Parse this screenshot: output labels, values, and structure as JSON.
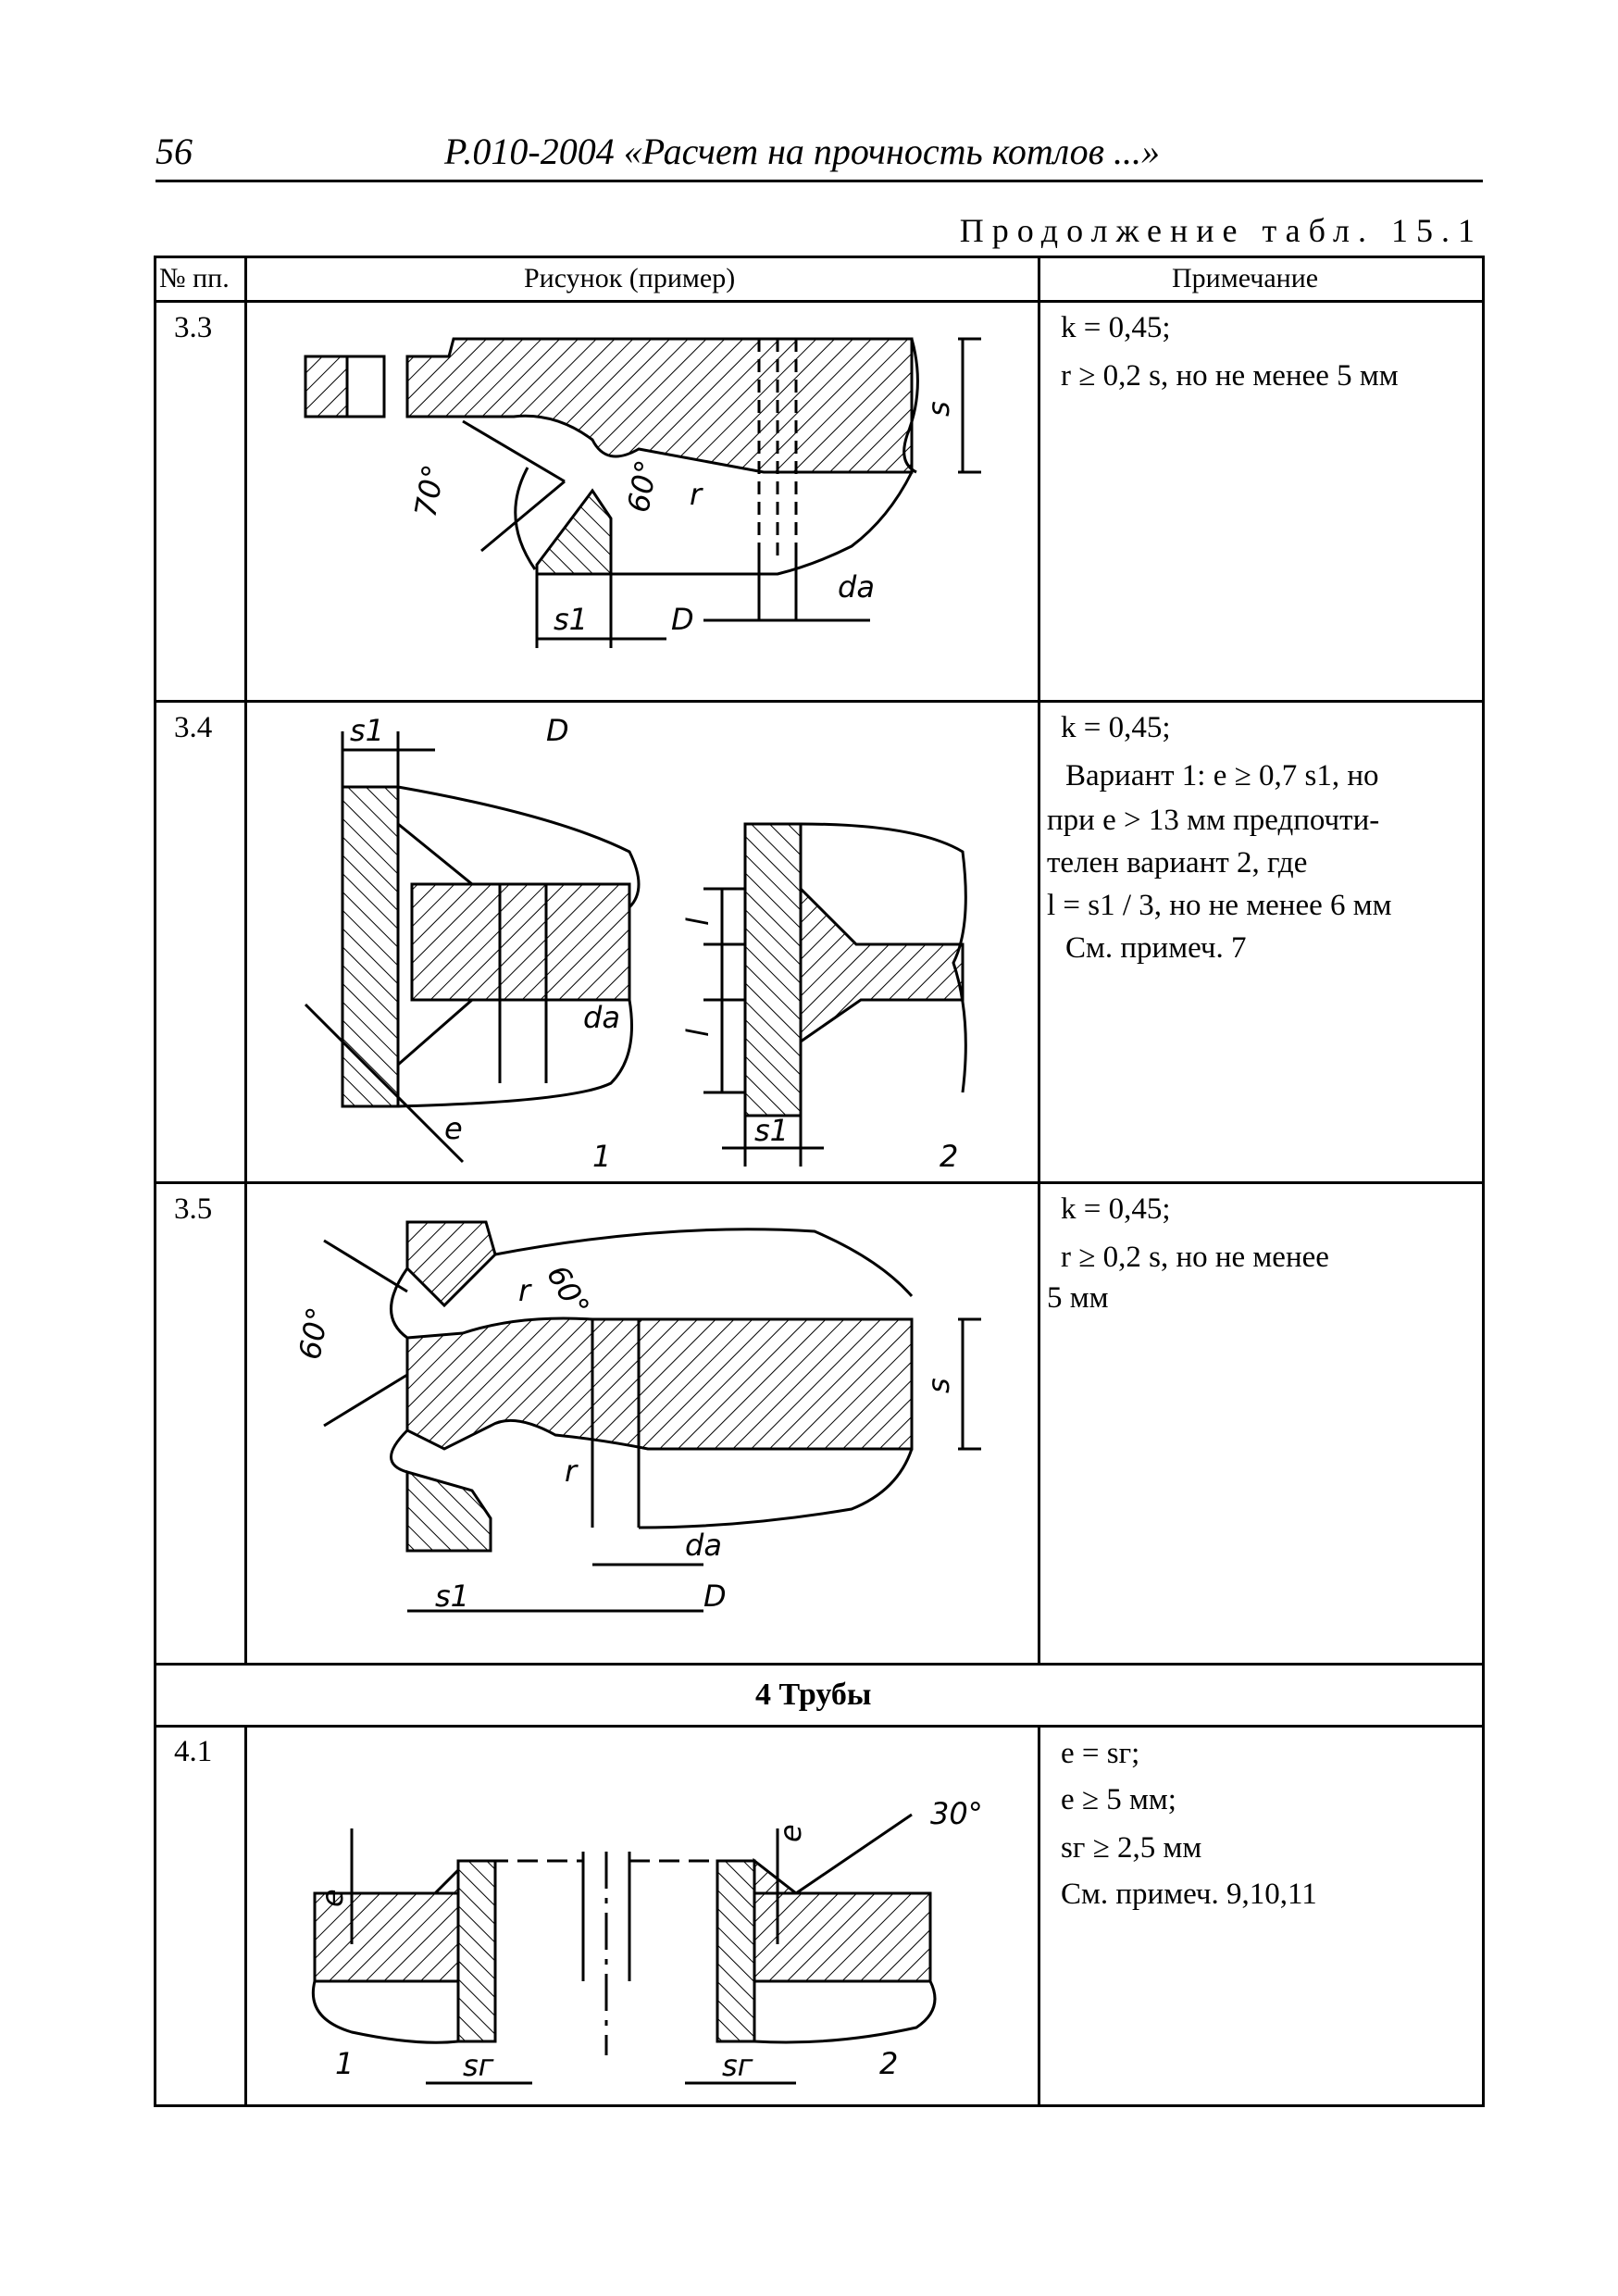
{
  "header": {
    "page_number": "56",
    "title": "Р.010-2004 «Расчет на прочность котлов ...»"
  },
  "continuation": "Продолжение табл. 15.1",
  "table": {
    "columns": [
      "№ пп.",
      "Рисунок (пример)",
      "Примечание"
    ],
    "rows": [
      {
        "num": "3.3",
        "note_lines": [
          "k = 0,45;",
          "r ≥ 0,2 s, но не менее 5 мм"
        ],
        "figure_labels": [
          "70°",
          "60°",
          "r",
          "s",
          "s1",
          "D",
          "da"
        ]
      },
      {
        "num": "3.4",
        "note_lines": [
          "k = 0,45;",
          "Вариант 1: e ≥ 0,7 s1, но",
          "при e > 13 мм предпочти-",
          "телен вариант 2, где",
          "l = s1 / 3, но не менее 6 мм",
          "См. примеч. 7"
        ],
        "figure_labels": [
          "s1",
          "D",
          "da",
          "e",
          "l",
          "l",
          "s1",
          "1",
          "2"
        ]
      },
      {
        "num": "3.5",
        "note_lines": [
          "k = 0,45;",
          "r ≥ 0,2 s, но не менее",
          "5 мм"
        ],
        "figure_labels": [
          "60°",
          "60°",
          "r",
          "r",
          "s",
          "s1",
          "da",
          "D"
        ]
      }
    ],
    "section": "4 Трубы",
    "rows2": [
      {
        "num": "4.1",
        "note_lines": [
          "e = sг;",
          "e ≥ 5 мм;",
          "sг ≥ 2,5 мм",
          "См. примеч. 9,10,11"
        ],
        "figure_labels": [
          "e",
          "e",
          "30°",
          "sг",
          "sг",
          "1",
          "2"
        ]
      }
    ]
  }
}
